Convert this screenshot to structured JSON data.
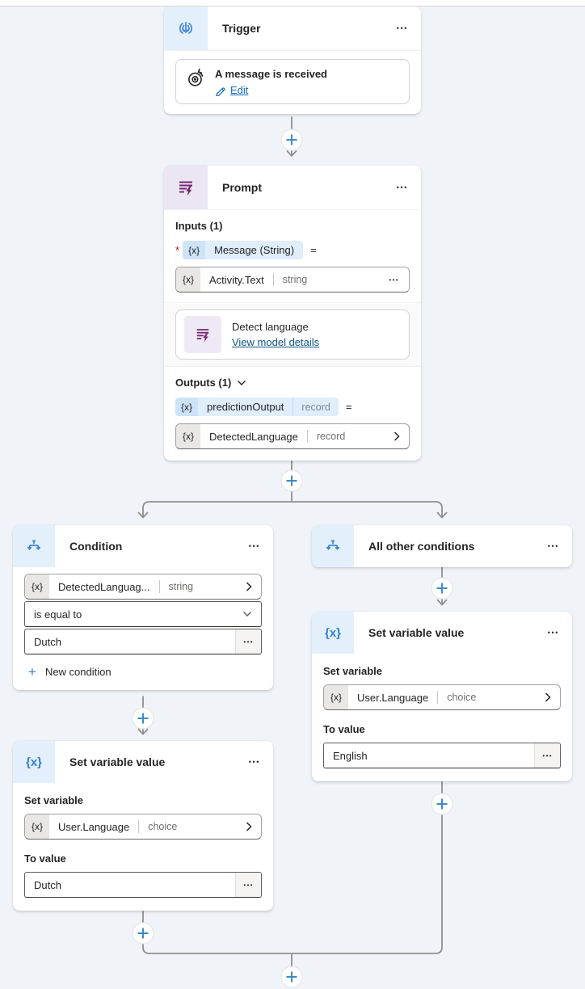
{
  "colors": {
    "accent_blue": "#2f7fd3",
    "accent_purple": "#742774",
    "link_blue": "#0f6cbd",
    "model_link": "#0f548c",
    "required_red": "#c50f1f",
    "canvas_bg": "#f0f4f9"
  },
  "icons": {
    "more_menu": "•••",
    "fx_badge": "{x}"
  },
  "trigger": {
    "title": "Trigger",
    "card": {
      "title": "A message is received",
      "edit_label": "Edit"
    }
  },
  "prompt": {
    "title": "Prompt",
    "inputs_label": "Inputs (1)",
    "required_marker": "*",
    "input_token": {
      "badge": "{x}",
      "label": "Message (String)",
      "equals": "="
    },
    "input_field": {
      "badge": "{x}",
      "label": "Activity.Text",
      "type": "string",
      "more": "•••"
    },
    "model_card": {
      "title": "Detect language",
      "link_label": "View model details"
    },
    "outputs_label": "Outputs (1)",
    "output_token": {
      "badge": "{x}",
      "label": "predictionOutput",
      "type": "record",
      "equals": "="
    },
    "output_field": {
      "badge": "{x}",
      "label": "DetectedLanguage",
      "type": "record"
    }
  },
  "condition": {
    "title": "Condition",
    "operand_field": {
      "badge": "{x}",
      "label": "DetectedLanguag...",
      "type": "string"
    },
    "operator_field": {
      "value": "is equal to"
    },
    "value_field": {
      "value": "Dutch",
      "more": "•••"
    },
    "new_condition_plus": "+",
    "new_condition_label": "New condition"
  },
  "all_other_conditions": {
    "title": "All other conditions"
  },
  "set_variable_left": {
    "title": "Set variable value",
    "set_variable_label": "Set variable",
    "variable_field": {
      "badge": "{x}",
      "label": "User.Language",
      "type": "choice"
    },
    "to_value_label": "To value",
    "value_field": {
      "value": "Dutch",
      "more": "•••"
    }
  },
  "set_variable_right": {
    "title": "Set variable value",
    "set_variable_label": "Set variable",
    "variable_field": {
      "badge": "{x}",
      "label": "User.Language",
      "type": "choice"
    },
    "to_value_label": "To value",
    "value_field": {
      "value": "English",
      "more": "•••"
    }
  }
}
